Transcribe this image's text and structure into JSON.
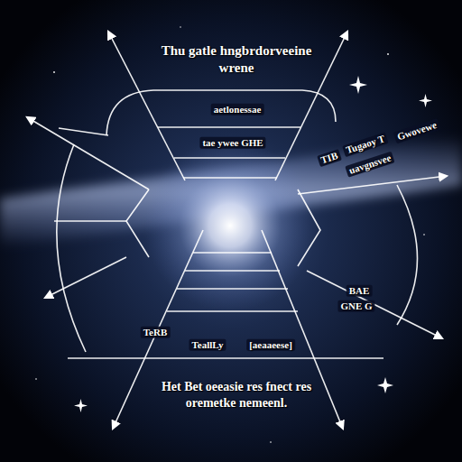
{
  "diagram": {
    "title": "Thu gatle hngbrdorveeine wrene",
    "caption": "Het Bet oeeasie res fnect res oremetke nemeenl.",
    "labels": [
      "aetlonessae",
      "tae ywee GHE",
      "TIB",
      "Tugaoy T",
      "Gwovewe",
      "uavgnsvee",
      "BAE",
      "GNE G",
      "TeRB",
      "TeallLy",
      "[aeaaeese]"
    ]
  }
}
